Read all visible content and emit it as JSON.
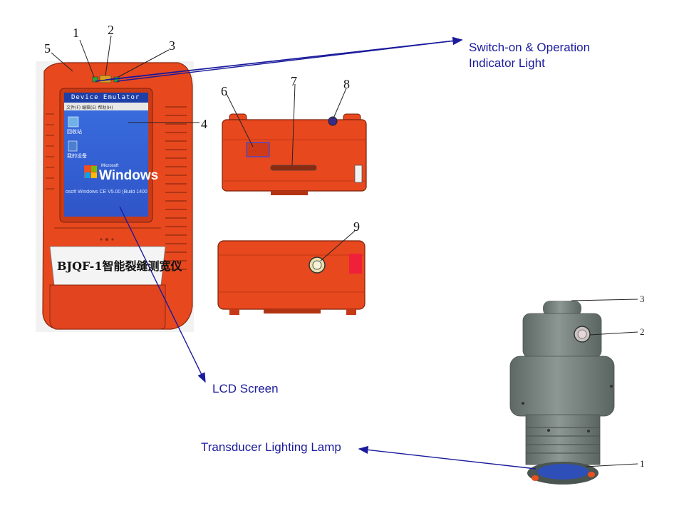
{
  "callouts": {
    "indicator_line1": "Switch-on & Operation",
    "indicator_line2": "Indicator Light",
    "lcd": "LCD Screen",
    "lamp": "Transducer Lighting Lamp"
  },
  "device_numbers": [
    "1",
    "2",
    "3",
    "4",
    "5",
    "6",
    "7",
    "8",
    "9"
  ],
  "transducer_numbers": [
    "3",
    "2",
    "1"
  ],
  "screen": {
    "title": "Device Emulator",
    "menu": "文件(F)  编辑(E)  帮助(H)",
    "icon1_label": "回收站",
    "icon2_label": "我的设备",
    "microsoft": "Microsoft",
    "windows": "Windows",
    "version": "osoft Windows CE V5.00 (Build 1400"
  },
  "nameplate": "BJQF-1智能裂缝测宽仪",
  "colors": {
    "body": "#e8481e",
    "screen": "#3a62d6",
    "arrow": "#1a1a9c",
    "transducer": "#7a8582"
  }
}
